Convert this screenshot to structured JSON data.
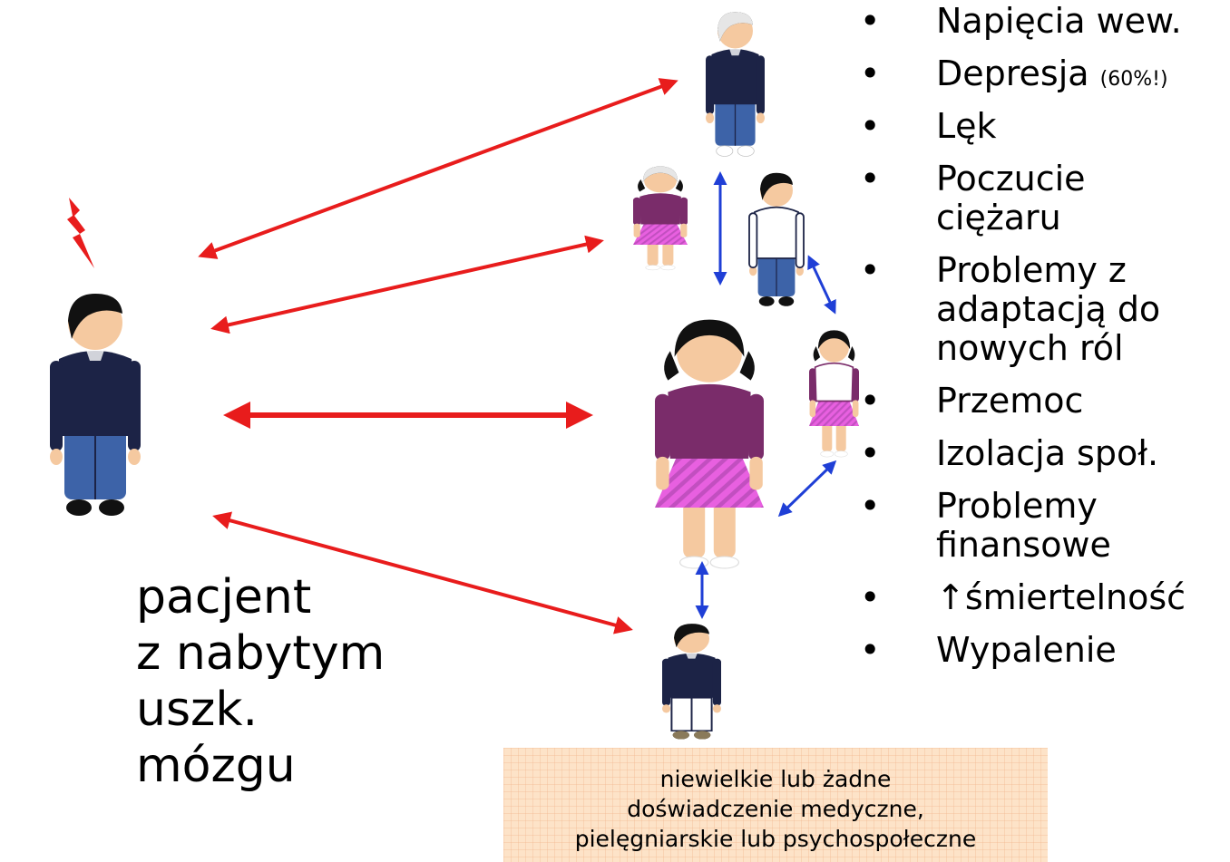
{
  "patient_label": [
    "pacjent",
    "z nabytym",
    "uszk.",
    "mózgu"
  ],
  "bullets": [
    {
      "text": "Napięcia wew.",
      "small": ""
    },
    {
      "text": "Depresja ",
      "small": "(60%!)"
    },
    {
      "text": "Lęk",
      "small": ""
    },
    {
      "text": "Poczucie ciężaru",
      "small": ""
    },
    {
      "text": "Problemy z adaptacją do nowych ról",
      "small": ""
    },
    {
      "text": "Przemoc",
      "small": ""
    },
    {
      "text": "Izolacja społ.",
      "small": ""
    },
    {
      "text": "Problemy finansowe",
      "small": ""
    },
    {
      "text": "↑śmiertelność",
      "small": ""
    },
    {
      "text": "Wypalenie",
      "small": ""
    }
  ],
  "bullet_symbol": "•",
  "note": [
    "niewielkie lub żadne",
    "doświadczenie medyczne,",
    "pielęgniarskie lub psychospołeczne"
  ],
  "colors": {
    "red_arrow": "#e81c1c",
    "blue_arrow": "#1f3fd6",
    "navy_shirt": "#1c2346",
    "purple_shirt": "#7a2c6a",
    "pink_skirt": "#e860e0",
    "blue_pants": "#3d63a8",
    "skin": "#f5c9a0",
    "hair": "#111111",
    "grey_hair": "#e6e6e6",
    "note_bg": "#fde3c8"
  }
}
